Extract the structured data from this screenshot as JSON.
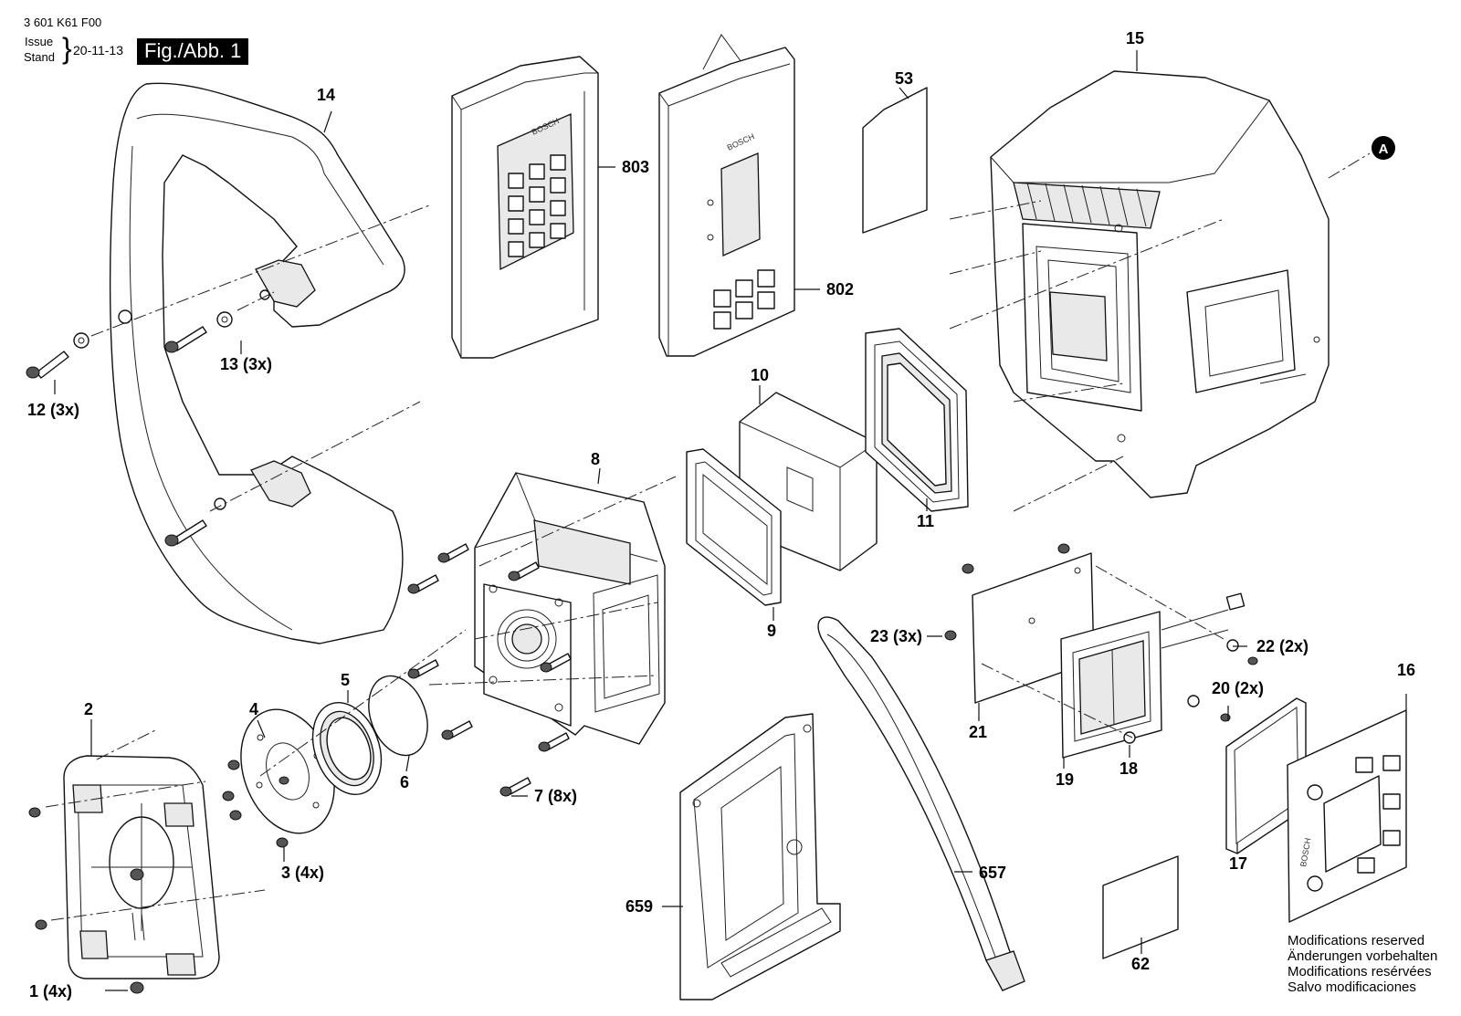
{
  "header": {
    "part_number": "3 601 K61 F00",
    "issue_label": "Issue",
    "stand_label": "Stand",
    "date": "20-11-13",
    "figure": "Fig./Abb. 1"
  },
  "callouts": {
    "c14": "14",
    "c803": "803",
    "c802": "802",
    "c53": "53",
    "c15": "15",
    "cA": "A",
    "c13": "13 (3x)",
    "c12": "12 (3x)",
    "c10": "10",
    "c8": "8",
    "c11": "11",
    "c9": "9",
    "c23": "23 (3x)",
    "c22": "22 (2x)",
    "c2": "2",
    "c4": "4",
    "c5": "5",
    "c6": "6",
    "c7": "7 (8x)",
    "c3": "3 (4x)",
    "c1": "1 (4x)",
    "c21": "21",
    "c19": "19",
    "c18": "18",
    "c20": "20 (2x)",
    "c16": "16",
    "c17": "17",
    "c657": "657",
    "c659": "659",
    "c62": "62"
  },
  "remote_logo": "BOSCH",
  "receiver_logo": "BOSCH",
  "front_plate_logo": "BOSCH",
  "footer": {
    "line1": "Modifications reserved",
    "line2": "Änderungen vorbehalten",
    "line3": "Modifications resérvées",
    "line4": "Salvo modificaciones"
  }
}
